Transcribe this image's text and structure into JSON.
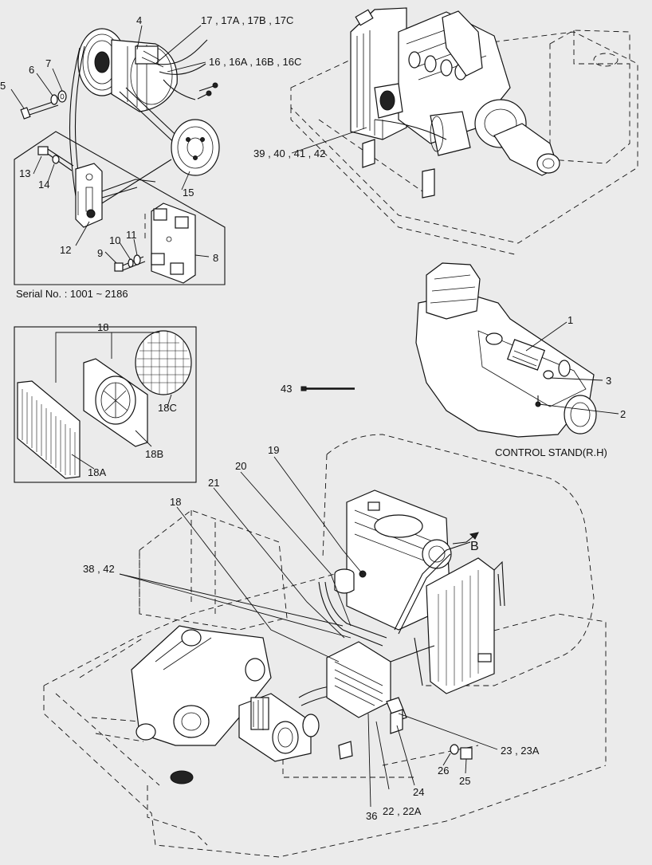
{
  "diagram": {
    "serial_note": "Serial No. : 1001 ~ 2186",
    "control_stand_caption": "CONTROL STAND(R.H)",
    "view_marker": "B",
    "callouts": {
      "c1": "1",
      "c2": "2",
      "c3": "3",
      "c4": "4",
      "c5": "5",
      "c6": "6",
      "c7": "7",
      "c8": "8",
      "c9": "9",
      "c10": "10",
      "c11": "11",
      "c12": "12",
      "c13": "13",
      "c14": "14",
      "c15": "15",
      "c16": "16 , 16A , 16B , 16C",
      "c17": "17 , 17A , 17B , 17C",
      "c18_box": "18",
      "c18A": "18A",
      "c18B": "18B",
      "c18C": "18C",
      "c18_main": "18",
      "c19": "19",
      "c20": "20",
      "c21": "21",
      "c22": "22 , 22A",
      "c23": "23 , 23A",
      "c24": "24",
      "c25": "25",
      "c26": "26",
      "c36": "36",
      "c38": "38 , 42",
      "c39": "39 , 40 , 41 , 42",
      "c43": "43"
    }
  }
}
